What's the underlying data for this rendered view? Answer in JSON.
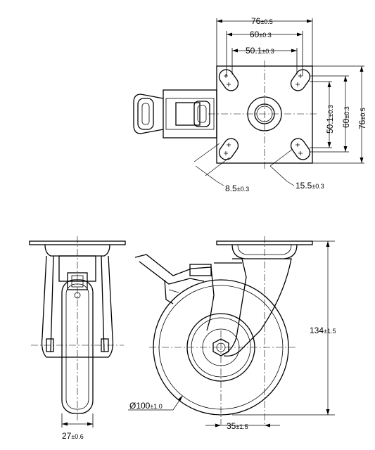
{
  "dimensions": {
    "top_width_76": {
      "value": "76",
      "tol": "±0.5"
    },
    "top_width_60": {
      "value": "60",
      "tol": "±0.3"
    },
    "top_width_50": {
      "value": "50.1",
      "tol": "±0.3"
    },
    "side_50": {
      "value": "50.1",
      "tol": "±0.3"
    },
    "side_60": {
      "value": "60",
      "tol": "±0.3"
    },
    "side_76": {
      "value": "76",
      "tol": "±0.5"
    },
    "slot_width": {
      "value": "8.5",
      "tol": "±0.3"
    },
    "slot_length": {
      "value": "15.5",
      "tol": "±0.3"
    },
    "height": {
      "value": "134",
      "tol": "±1.5"
    },
    "wheel_diameter": {
      "value": "Ø100",
      "tol": "±1.0"
    },
    "offset": {
      "value": "35",
      "tol": "±1.5"
    },
    "wheel_width": {
      "value": "27",
      "tol": "±0.6"
    }
  }
}
